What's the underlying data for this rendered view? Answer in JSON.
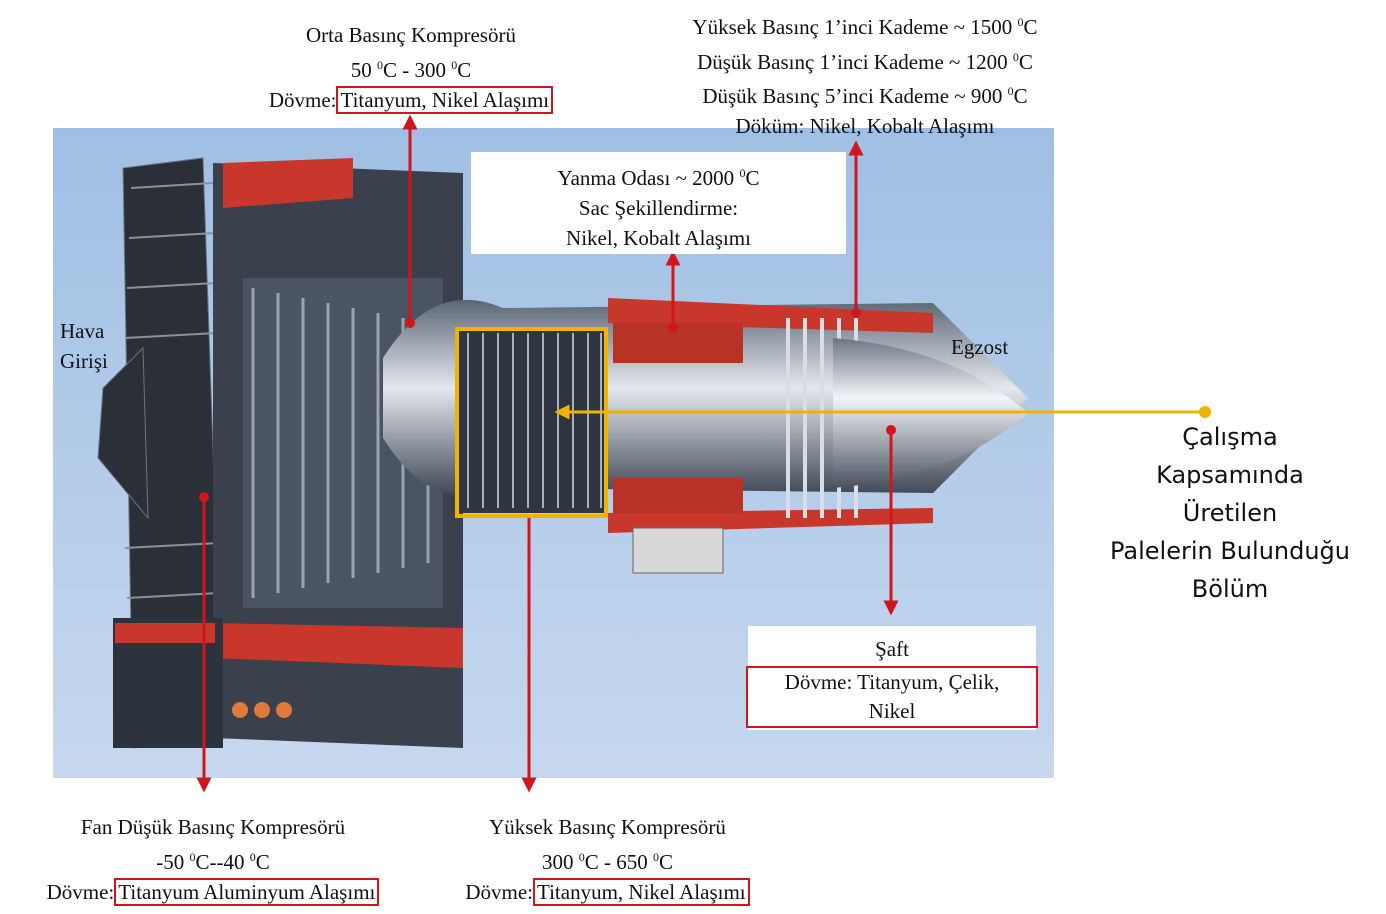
{
  "orta": {
    "title": "Orta Basınç Kompresörü",
    "temp_low": "50",
    "temp_high": "300",
    "method": "Dövme:",
    "material": "Titanyum, Nikel Alaşımı"
  },
  "turbine": {
    "line1": "Yüksek Basınç 1’inci Kademe ~  1500",
    "line2": "Düşük Basınç 1’inci Kademe ~  1200",
    "line3": "Düşük Basınç 5’inci Kademe ~  900",
    "line4": "Döküm: Nikel, Kobalt Alaşımı"
  },
  "yanma": {
    "line1": "Yanma Odası ~ 2000",
    "line2": "Sac Şekillendirme:",
    "line3": "Nikel, Kobalt Alaşımı"
  },
  "hava": {
    "line1": "Hava",
    "line2": "Girişi"
  },
  "egzost": "Egzost",
  "calisma": {
    "line1": "Çalışma",
    "line2": "Kapsamında",
    "line3": "Üretilen",
    "line4": "Palelerin Bulunduğu",
    "line5": "Bölüm"
  },
  "saft": {
    "title": "Şaft",
    "line1": "Dövme: Titanyum, Çelik,",
    "line2": "Nikel"
  },
  "fan": {
    "title": "Fan Düşük Basınç Kompresörü",
    "temp_low": "-50",
    "temp_high": "-40",
    "method": "Dövme:",
    "material": "Titanyum Aluminyum Alaşımı"
  },
  "yuksek": {
    "title": "Yüksek Basınç Kompresörü",
    "temp_low": "300",
    "temp_high": "650",
    "method": "Dövme:",
    "material": "Titanyum, Nikel Alaşımı"
  },
  "units": {
    "deg": "0",
    "c": "C"
  },
  "colors": {
    "arrow": "#d0161d",
    "highlight": "#f0b400",
    "sky": "#b9d0ea"
  }
}
